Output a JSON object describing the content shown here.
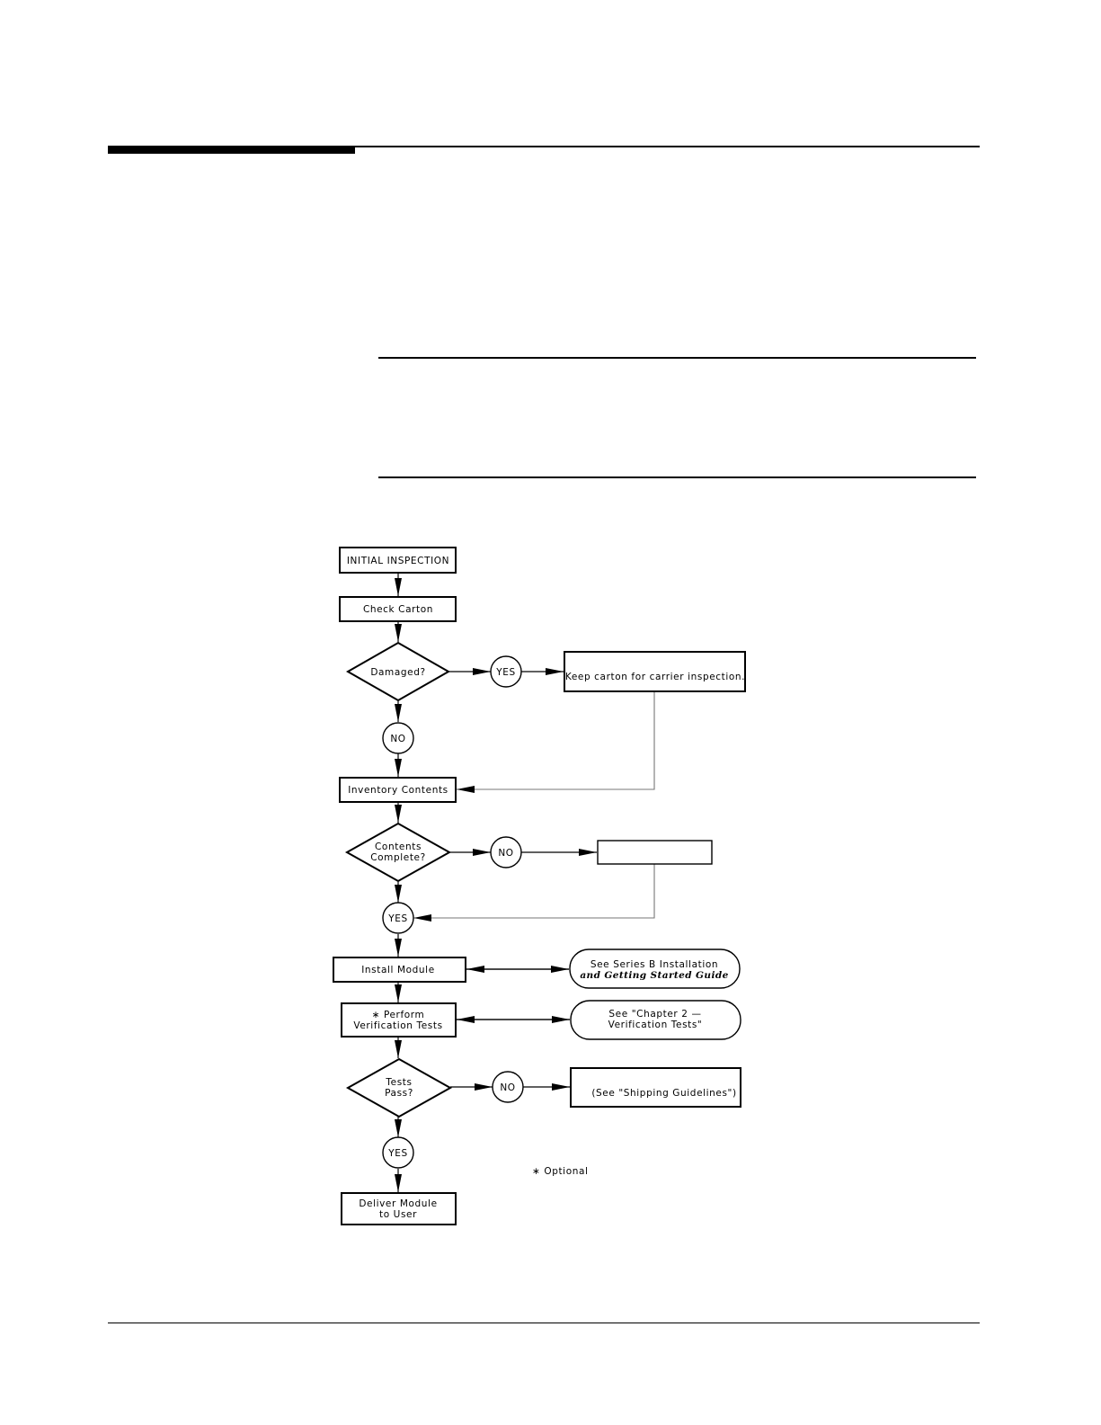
{
  "flowchart": {
    "start": "INITIAL INSPECTION",
    "check_carton": "Check Carton",
    "damaged": "Damaged?",
    "yes": "YES",
    "no": "NO",
    "keep_carton": "Keep carton for carrier inspection.",
    "inventory": "Inventory Contents",
    "contents_complete": [
      "Contents",
      "Complete?"
    ],
    "install_module": "Install Module",
    "install_ref_prefix": "See",
    "install_ref_title": [
      "Series B Installation",
      "and Getting Started Guide"
    ],
    "perform_tests": [
      "∗ Perform",
      "Verification Tests"
    ],
    "verification_ref": [
      "See \"Chapter 2 —",
      "Verification Tests\""
    ],
    "tests_pass": [
      "Tests",
      "Pass?"
    ],
    "shipping": "(See \"Shipping Guidelines\")",
    "optional_note": "∗ Optional",
    "deliver": [
      "Deliver Module",
      "to User"
    ]
  }
}
